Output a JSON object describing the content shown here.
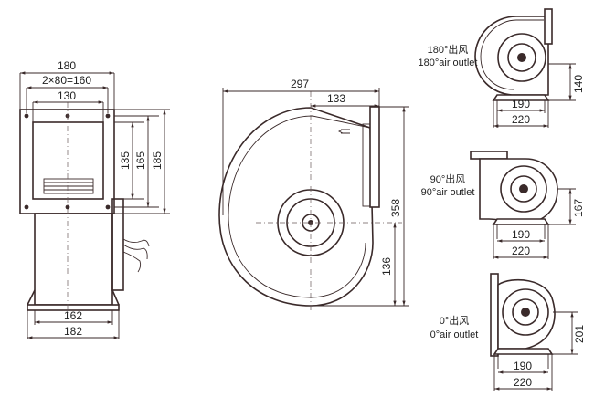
{
  "front_view": {
    "dim_width_overall": "180",
    "dim_hole_pattern": "2×80=160",
    "dim_width_inner": "130",
    "dim_h1": "135",
    "dim_h2": "165",
    "dim_h3": "185",
    "dim_base_inner": "162",
    "dim_base_outer": "182"
  },
  "side_view": {
    "dim_length": "297",
    "dim_outlet_offset": "133",
    "dim_height": "358",
    "dim_axis_height": "136"
  },
  "outlet_180": {
    "label_cn": "180°出风",
    "label_en": "180°air outlet",
    "dim_height": "140",
    "dim_inner": "190",
    "dim_outer": "220"
  },
  "outlet_90": {
    "label_cn": "90°出风",
    "label_en": "90°air outlet",
    "dim_height": "167",
    "dim_inner": "190",
    "dim_outer": "220"
  },
  "outlet_0": {
    "label_cn": "0°出风",
    "label_en": "0°air outlet",
    "dim_height": "201",
    "dim_inner": "190",
    "dim_outer": "220"
  }
}
